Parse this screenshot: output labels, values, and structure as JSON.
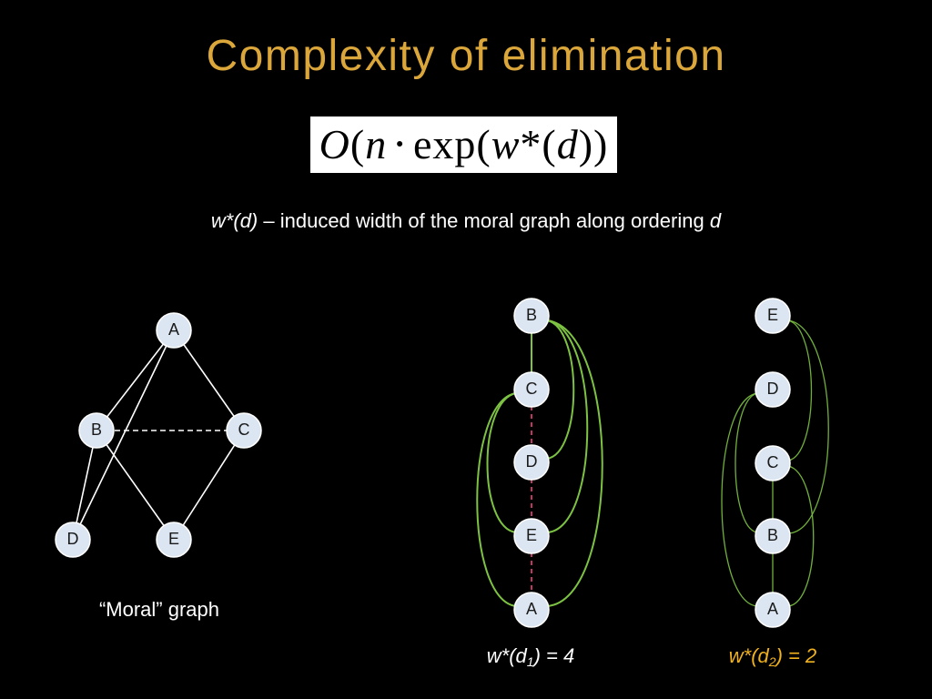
{
  "slide": {
    "title": "Complexity of elimination",
    "formula": [
      "O",
      "(",
      "n",
      "⋅",
      "exp(",
      "w",
      "*(",
      "d",
      "))"
    ],
    "definition": {
      "term": "w*(d)",
      "text": " – induced width of the moral graph along ordering ",
      "variable": "d"
    }
  },
  "moral_graph": {
    "nodes": [
      "A",
      "B",
      "C",
      "D",
      "E"
    ],
    "caption": "“Moral” graph"
  },
  "ordering_d1": {
    "nodes": [
      "B",
      "C",
      "D",
      "E",
      "A"
    ],
    "width_label": {
      "prefix": "w*(d",
      "subscript": "1",
      "suffix": ") = 4"
    }
  },
  "ordering_d2": {
    "nodes": [
      "E",
      "D",
      "C",
      "B",
      "A"
    ],
    "width_label": {
      "prefix": "w*(d",
      "subscript": "2",
      "suffix": ") = 2"
    }
  },
  "colors": {
    "background": "#000000",
    "title": "#DCA73A",
    "text": "#FFFFFF",
    "formula_box": "#FFFFFF",
    "node_fill": "#DCE6F2",
    "moral_edges": "#FFFFFF",
    "ordering_edges": "#7DC242",
    "induced_edges": "#D83A6E",
    "d2_label": "#F0B21E"
  }
}
